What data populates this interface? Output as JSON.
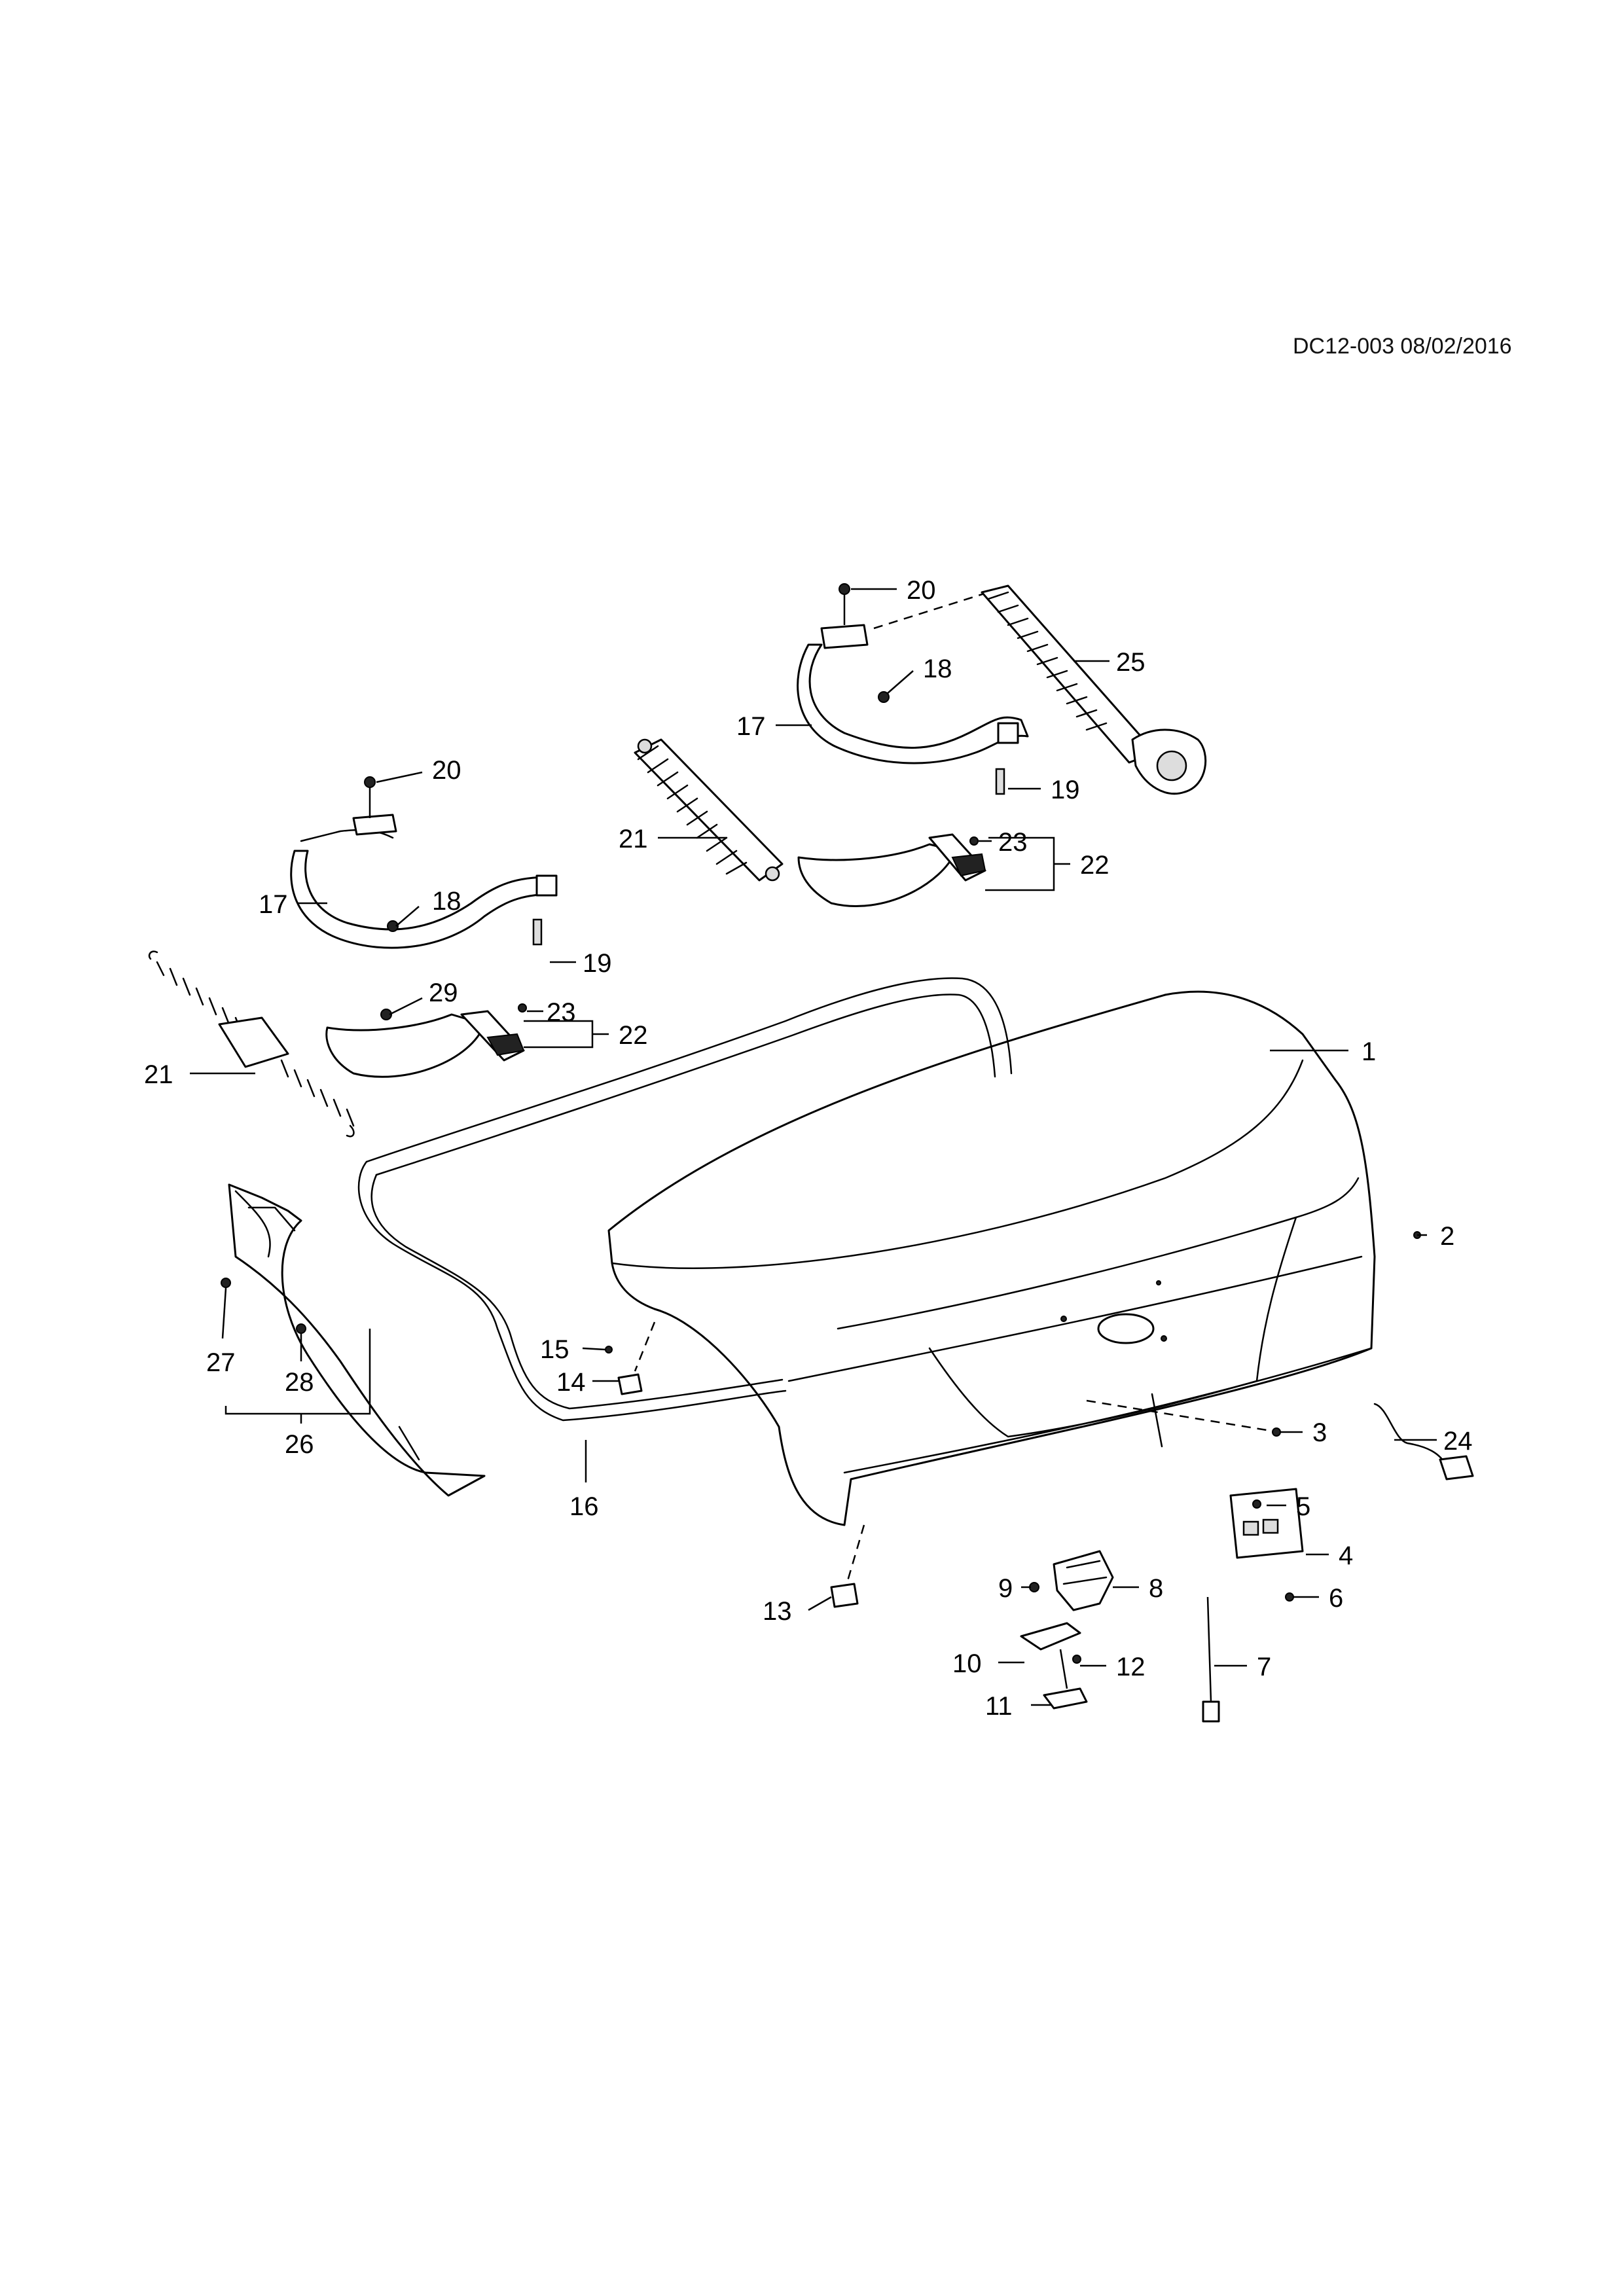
{
  "document": {
    "id": "DC12-003 08/02/2016"
  },
  "callouts": [
    {
      "id": "c1",
      "label": "1"
    },
    {
      "id": "c2",
      "label": "2"
    },
    {
      "id": "c3",
      "label": "3"
    },
    {
      "id": "c4",
      "label": "4"
    },
    {
      "id": "c5",
      "label": "5"
    },
    {
      "id": "c6",
      "label": "6"
    },
    {
      "id": "c7",
      "label": "7"
    },
    {
      "id": "c8",
      "label": "8"
    },
    {
      "id": "c9",
      "label": "9"
    },
    {
      "id": "c10",
      "label": "10"
    },
    {
      "id": "c11",
      "label": "11"
    },
    {
      "id": "c12",
      "label": "12"
    },
    {
      "id": "c13",
      "label": "13"
    },
    {
      "id": "c14",
      "label": "14"
    },
    {
      "id": "c15",
      "label": "15"
    },
    {
      "id": "c16",
      "label": "16"
    },
    {
      "id": "c17a",
      "label": "17"
    },
    {
      "id": "c17b",
      "label": "17"
    },
    {
      "id": "c18a",
      "label": "18"
    },
    {
      "id": "c18b",
      "label": "18"
    },
    {
      "id": "c19a",
      "label": "19"
    },
    {
      "id": "c19b",
      "label": "19"
    },
    {
      "id": "c20a",
      "label": "20"
    },
    {
      "id": "c20b",
      "label": "20"
    },
    {
      "id": "c21a",
      "label": "21"
    },
    {
      "id": "c21b",
      "label": "21"
    },
    {
      "id": "c22a",
      "label": "22"
    },
    {
      "id": "c22b",
      "label": "22"
    },
    {
      "id": "c23a",
      "label": "23"
    },
    {
      "id": "c23b",
      "label": "23"
    },
    {
      "id": "c24",
      "label": "24"
    },
    {
      "id": "c25",
      "label": "25"
    },
    {
      "id": "c26",
      "label": "26"
    },
    {
      "id": "c27",
      "label": "27"
    },
    {
      "id": "c28",
      "label": "28"
    },
    {
      "id": "c29",
      "label": "29"
    }
  ]
}
